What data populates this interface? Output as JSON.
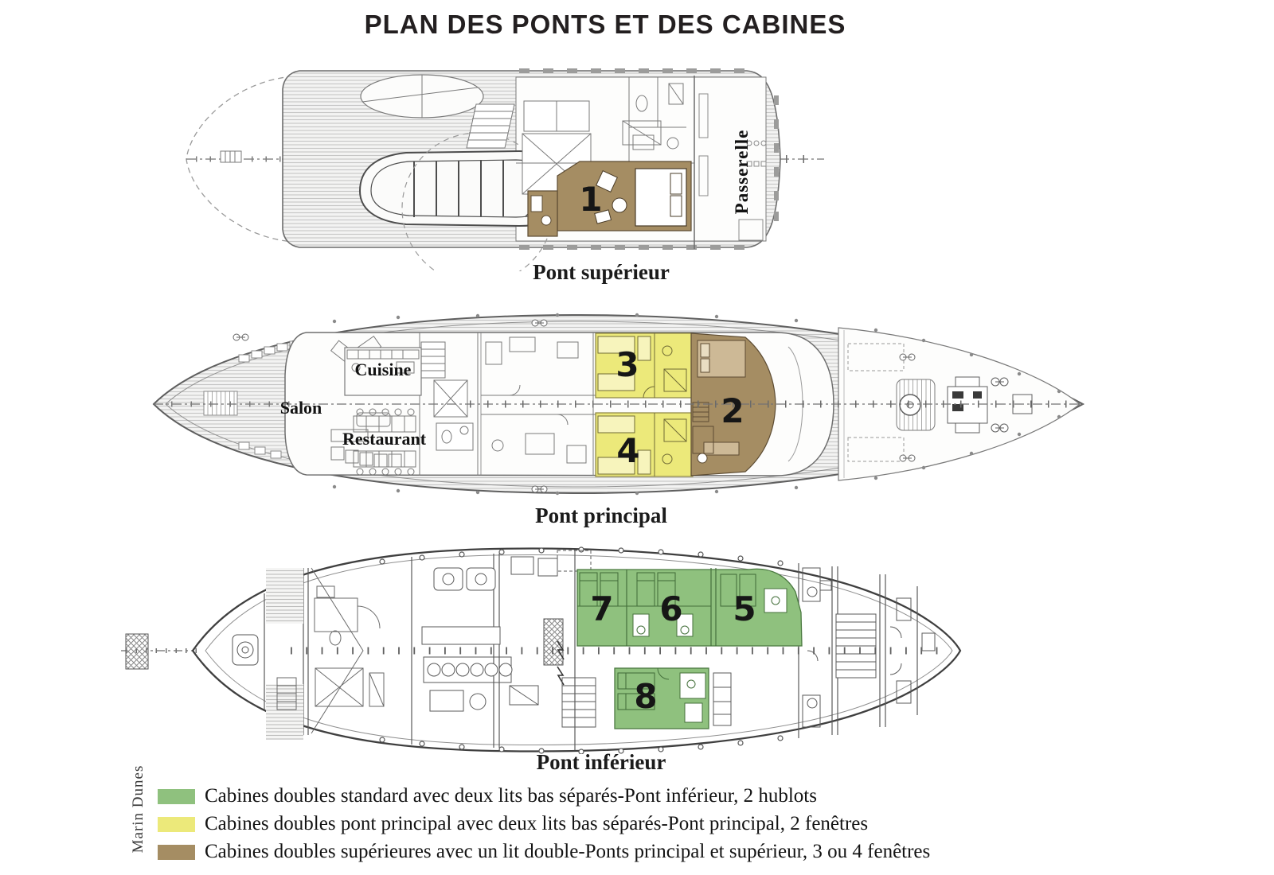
{
  "title": "PLAN DES PONTS ET DES CABINES",
  "side_credit": "Marin Dunes",
  "decks": {
    "upper": {
      "caption": "Pont supérieur",
      "wheelhouse_label": "Passerelle",
      "cabin1": "1"
    },
    "main": {
      "caption": "Pont principal",
      "salon_label": "Salon",
      "cuisine_label": "Cuisine",
      "restaurant_label": "Restaurant",
      "cabin2": "2",
      "cabin3": "3",
      "cabin4": "4"
    },
    "lower": {
      "caption": "Pont inférieur",
      "cabin5": "5",
      "cabin6": "6",
      "cabin7": "7",
      "cabin8": "8"
    }
  },
  "legend": {
    "items": [
      {
        "color": "#8fc17e",
        "label": "Cabines doubles standard avec deux lits bas séparés-Pont inférieur, 2 hublots"
      },
      {
        "color": "#ece97a",
        "label": "Cabines doubles pont principal avec deux lits bas séparés-Pont principal, 2 fenêtres"
      },
      {
        "color": "#a58d63",
        "label": "Cabines doubles supérieures avec un lit double-Ponts principal et supérieur, 3 ou 4 fenêtres"
      }
    ]
  },
  "colors": {
    "standard_green": "#8fc17e",
    "main_yellow": "#ece97a",
    "superior_brown": "#a58d63",
    "ink": "#231f20"
  }
}
